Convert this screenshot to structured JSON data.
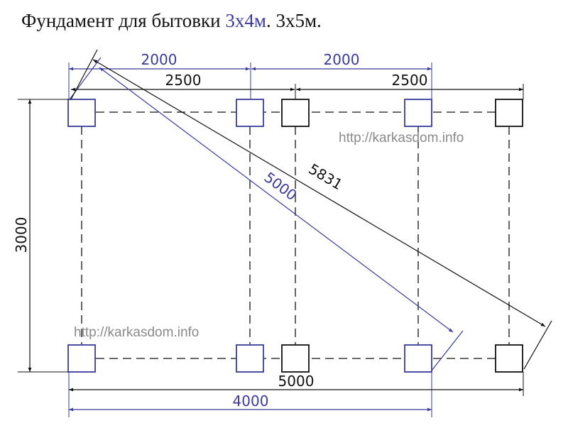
{
  "title": {
    "part1": "Фундамент для бытовки ",
    "part2": "3х4м",
    "part3": ". 3х5м."
  },
  "dimensions": {
    "top_left_2000": "2000",
    "top_right_2000": "2000",
    "top_left_2500": "2500",
    "top_right_2500": "2500",
    "left_3000": "3000",
    "diagonal_blue": "5000",
    "diagonal_black": "5831",
    "bottom_5000": "5000",
    "bottom_4000": "4000"
  },
  "watermark": {
    "top": "http://karkasdom.info",
    "bottom": "http://karkasdom.info"
  },
  "colors": {
    "blue": "#3a3a9a",
    "black": "#111111"
  }
}
